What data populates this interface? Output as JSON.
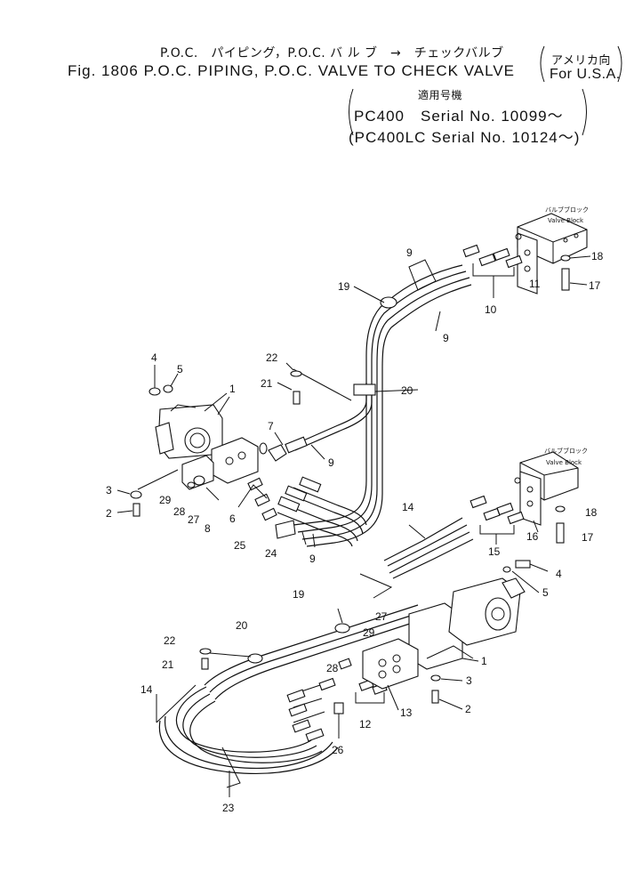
{
  "title": {
    "japanese": "P.O.C.　パイピング，P.O.C. バ ル ブ　→　チェックバルブ",
    "english": "Fig. 1806 P.O.C. PIPING, P.O.C. VALVE TO CHECK VALVE",
    "region_japanese": "アメリカ向",
    "region": "For U.S.A."
  },
  "applicability": {
    "japanese": "適用号機",
    "serial_1": "PC400　Serial No. 10099～",
    "serial_2": "(PC400LC Serial No. 10124～)"
  },
  "labels": {
    "valve_block_jp_1": "バルブブロック",
    "valve_block_1": "Valve Block",
    "valve_block_jp_2": "バルブブロック",
    "valve_block_2": "Valve Block"
  },
  "callouts": [
    {
      "id": "c9a",
      "text": "9"
    },
    {
      "id": "c19a",
      "text": "19"
    },
    {
      "id": "c10",
      "text": "10"
    },
    {
      "id": "c11",
      "text": "11"
    },
    {
      "id": "c18a",
      "text": "18"
    },
    {
      "id": "c17a",
      "text": "17"
    },
    {
      "id": "c9b",
      "text": "9"
    },
    {
      "id": "c4a",
      "text": "4"
    },
    {
      "id": "c5a",
      "text": "5"
    },
    {
      "id": "c1a",
      "text": "1"
    },
    {
      "id": "c22a",
      "text": "22"
    },
    {
      "id": "c21a",
      "text": "21"
    },
    {
      "id": "c20a",
      "text": "20"
    },
    {
      "id": "c7",
      "text": "7"
    },
    {
      "id": "c9c",
      "text": "9"
    },
    {
      "id": "c3a",
      "text": "3"
    },
    {
      "id": "c2a",
      "text": "2"
    },
    {
      "id": "c29a",
      "text": "29"
    },
    {
      "id": "c28a",
      "text": "28"
    },
    {
      "id": "c27a",
      "text": "27"
    },
    {
      "id": "c8",
      "text": "8"
    },
    {
      "id": "c6",
      "text": "6"
    },
    {
      "id": "c25",
      "text": "25"
    },
    {
      "id": "c24",
      "text": "24"
    },
    {
      "id": "c9d",
      "text": "9"
    },
    {
      "id": "c16",
      "text": "16"
    },
    {
      "id": "c18b",
      "text": "18"
    },
    {
      "id": "c17b",
      "text": "17"
    },
    {
      "id": "c14a",
      "text": "14"
    },
    {
      "id": "c15",
      "text": "15"
    },
    {
      "id": "c4b",
      "text": "4"
    },
    {
      "id": "c5b",
      "text": "5"
    },
    {
      "id": "c19b",
      "text": "19"
    },
    {
      "id": "c27b",
      "text": "27"
    },
    {
      "id": "c20b",
      "text": "20"
    },
    {
      "id": "c29b",
      "text": "29"
    },
    {
      "id": "c1b",
      "text": "1"
    },
    {
      "id": "c22b",
      "text": "22"
    },
    {
      "id": "c21b",
      "text": "21"
    },
    {
      "id": "c28b",
      "text": "28"
    },
    {
      "id": "c3b",
      "text": "3"
    },
    {
      "id": "c14b",
      "text": "14"
    },
    {
      "id": "c13",
      "text": "13"
    },
    {
      "id": "c2b",
      "text": "2"
    },
    {
      "id": "c12",
      "text": "12"
    },
    {
      "id": "c26",
      "text": "26"
    },
    {
      "id": "c23",
      "text": "23"
    }
  ]
}
